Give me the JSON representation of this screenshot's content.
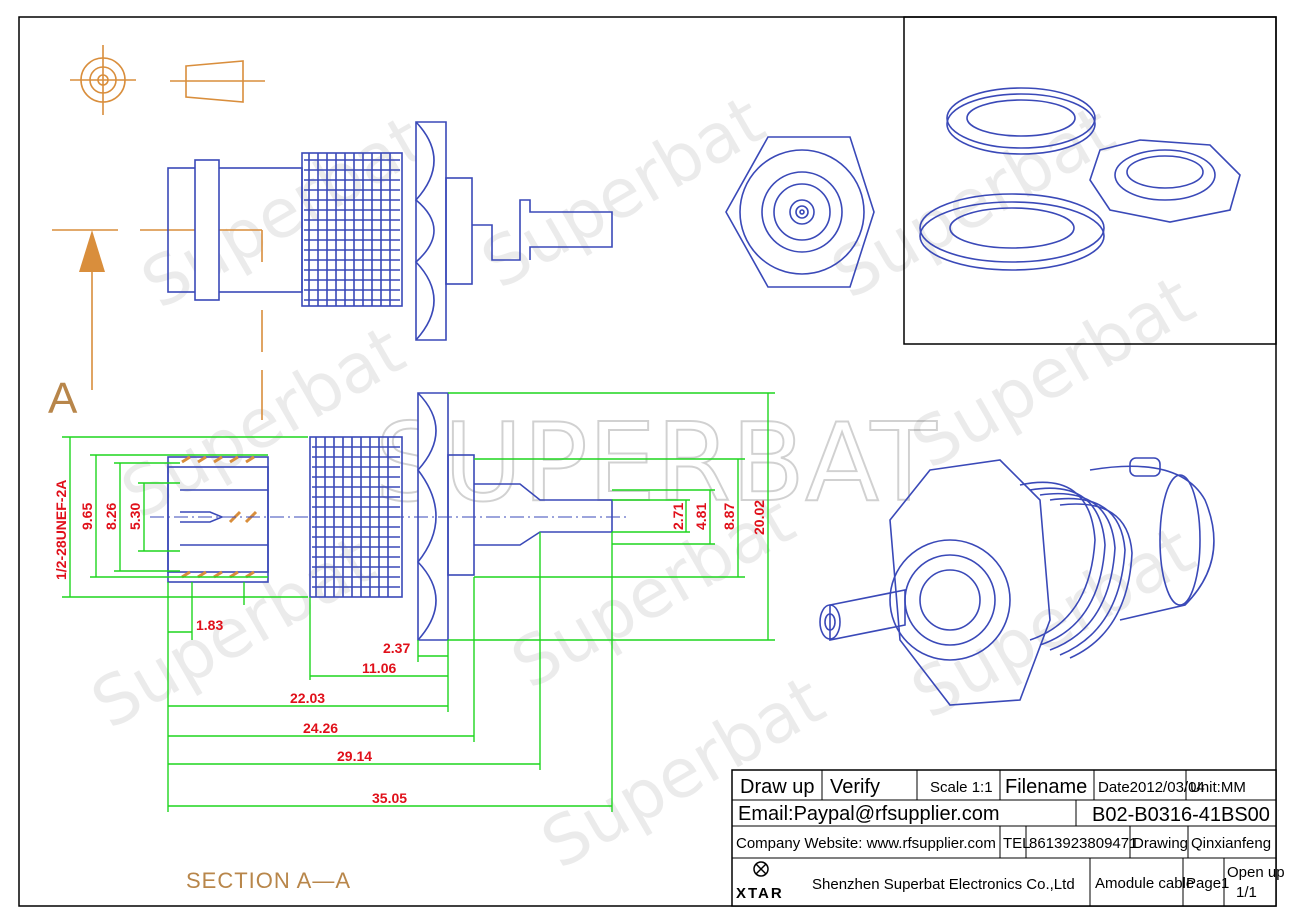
{
  "watermark": {
    "word": "Superbat",
    "banner": "SUPERBAT"
  },
  "views": {
    "section_marker": "A",
    "section_title": "SECTION  A—A"
  },
  "dimensions": {
    "thread": "1/2-28UNEF-2A",
    "d_9_65": "9.65",
    "d_8_26": "8.26",
    "d_5_30": "5.30",
    "d_2_71": "2.71",
    "d_4_81": "4.81",
    "d_8_87": "8.87",
    "d_20_02": "20.02",
    "l_1_83": "1.83",
    "l_2_37": "2.37",
    "l_11_06": "11.06",
    "l_22_03": "22.03",
    "l_24_26": "24.26",
    "l_29_14": "29.14",
    "l_35_05": "35.05"
  },
  "title_block": {
    "draw_up": "Draw up",
    "verify": "Verify",
    "scale": "Scale 1:1",
    "filename_label": "Filename",
    "date": "Date2012/03/04",
    "unit": "Unit:MM",
    "email": "Email:Paypal@rfsupplier.com",
    "filename": "B02-B0316-41BS00",
    "website": "Company Website:  www.rfsupplier.com",
    "tel_label": "TEL",
    "tel": "8613923809471",
    "drawing_label": "Drawing",
    "drawer": "Qinxianfeng",
    "logo_text": "XTAR",
    "company": "Shenzhen Superbat Electronics Co.,Ltd",
    "product": "Amodule cable",
    "page": "Page1",
    "open_up": "Open up",
    "page_count": "1/1"
  },
  "colors": {
    "outline": "#3a49b8",
    "dimension_line": "#1fd51f",
    "dimension_text": "#e0101a",
    "centerline": "#d98e3c"
  }
}
